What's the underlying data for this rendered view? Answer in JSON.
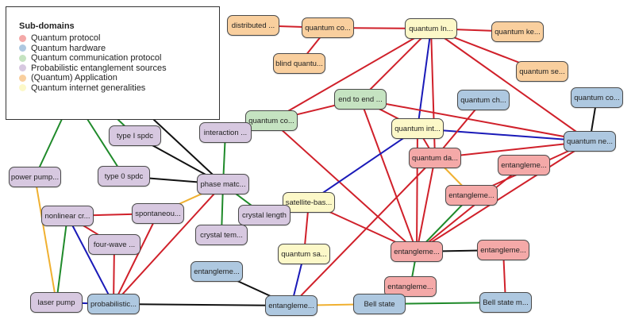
{
  "legend": {
    "title": "Sub-domains",
    "items": [
      {
        "key": "protocol",
        "label": "Quantum protocol",
        "color": "#f4a9a8"
      },
      {
        "key": "hardware",
        "label": "Quantum hardware",
        "color": "#aec8e0"
      },
      {
        "key": "comm",
        "label": "Quantum communication protocol",
        "color": "#c5e3c1"
      },
      {
        "key": "source",
        "label": "Probabilistic entanglement sources",
        "color": "#d7c8e0"
      },
      {
        "key": "app",
        "label": "(Quantum) Application",
        "color": "#f9cf9e"
      },
      {
        "key": "general",
        "label": "Quantum internet generalities",
        "color": "#fcf8c8"
      }
    ]
  },
  "edge_colors": {
    "red": "#d0202a",
    "blue": "#1a1ab8",
    "green": "#1f8a2a",
    "black": "#111111",
    "orange": "#f0b030"
  },
  "nodes": [
    {
      "id": "distributed",
      "label": "distributed ...",
      "cat": "app"
    },
    {
      "id": "qcomp",
      "label": "quantum co...",
      "cat": "app"
    },
    {
      "id": "blind",
      "label": "blind quantu...",
      "cat": "app"
    },
    {
      "id": "qin",
      "label": "quantum In...",
      "cat": "general"
    },
    {
      "id": "qkey",
      "label": "quantum ke...",
      "cat": "app"
    },
    {
      "id": "qsec",
      "label": "quantum se...",
      "cat": "app"
    },
    {
      "id": "qcomm",
      "label": "quantum co...",
      "cat": "comm"
    },
    {
      "id": "e2e",
      "label": "end to end ...",
      "cat": "comm"
    },
    {
      "id": "qint",
      "label": "quantum int...",
      "cat": "general"
    },
    {
      "id": "qch",
      "label": "quantum ch...",
      "cat": "hardware"
    },
    {
      "id": "qco2",
      "label": "quantum co...",
      "cat": "hardware"
    },
    {
      "id": "qnet",
      "label": "quantum ne...",
      "cat": "hardware"
    },
    {
      "id": "qda",
      "label": "quantum da...",
      "cat": "protocol"
    },
    {
      "id": "ent1",
      "label": "entangleme...",
      "cat": "protocol"
    },
    {
      "id": "ent2",
      "label": "entangleme...",
      "cat": "protocol"
    },
    {
      "id": "type1",
      "label": "type I spdc",
      "cat": "source"
    },
    {
      "id": "interaction",
      "label": "interaction ...",
      "cat": "source"
    },
    {
      "id": "powerpump",
      "label": "power pump...",
      "cat": "source"
    },
    {
      "id": "type0",
      "label": "type 0 spdc",
      "cat": "source"
    },
    {
      "id": "phase",
      "label": "phase matc...",
      "cat": "source"
    },
    {
      "id": "satellite",
      "label": "satellite-bas...",
      "cat": "general"
    },
    {
      "id": "nonlinear",
      "label": "nonlinear cr...",
      "cat": "source"
    },
    {
      "id": "spont",
      "label": "spontaneou...",
      "cat": "source"
    },
    {
      "id": "crylen",
      "label": "crystal length",
      "cat": "source"
    },
    {
      "id": "fourwave",
      "label": "four-wave ...",
      "cat": "source"
    },
    {
      "id": "crytem",
      "label": "crystal tem...",
      "cat": "source"
    },
    {
      "id": "qsa",
      "label": "quantum sa...",
      "cat": "general"
    },
    {
      "id": "entC",
      "label": "entangleme...",
      "cat": "protocol"
    },
    {
      "id": "ent3",
      "label": "entangleme...",
      "cat": "protocol"
    },
    {
      "id": "entHw1",
      "label": "entangleme...",
      "cat": "hardware"
    },
    {
      "id": "ent4",
      "label": "entangleme...",
      "cat": "protocol"
    },
    {
      "id": "laser",
      "label": "laser pump",
      "cat": "source"
    },
    {
      "id": "prob",
      "label": "probabilistic...",
      "cat": "hardware"
    },
    {
      "id": "entHw2",
      "label": "entangleme...",
      "cat": "hardware"
    },
    {
      "id": "bell",
      "label": "Bell state",
      "cat": "hardware"
    },
    {
      "id": "bellm",
      "label": "Bell state m...",
      "cat": "hardware"
    }
  ],
  "edges": [
    [
      "distributed",
      "qcomp",
      "red"
    ],
    [
      "qcomp",
      "blind",
      "red"
    ],
    [
      "qcomp",
      "qin",
      "red"
    ],
    [
      "qin",
      "qkey",
      "red"
    ],
    [
      "qin",
      "qsec",
      "red"
    ],
    [
      "qin",
      "qnet",
      "red"
    ],
    [
      "qin",
      "qcomm",
      "red"
    ],
    [
      "qin",
      "e2e",
      "red"
    ],
    [
      "qin",
      "qint",
      "blue"
    ],
    [
      "qin",
      "qda",
      "red"
    ],
    [
      "qcomm",
      "e2e",
      "red"
    ],
    [
      "qcomm",
      "entC",
      "red"
    ],
    [
      "e2e",
      "qnet",
      "red"
    ],
    [
      "e2e",
      "qint",
      "red"
    ],
    [
      "e2e",
      "entC",
      "red"
    ],
    [
      "qint",
      "qnet",
      "blue"
    ],
    [
      "qint",
      "qda",
      "red"
    ],
    [
      "qint",
      "satellite",
      "blue"
    ],
    [
      "qint",
      "entC",
      "red"
    ],
    [
      "qch",
      "qda",
      "red"
    ],
    [
      "qco2",
      "qnet",
      "black"
    ],
    [
      "qda",
      "qnet",
      "red"
    ],
    [
      "qda",
      "ent2",
      "orange"
    ],
    [
      "qda",
      "entC",
      "red"
    ],
    [
      "qnet",
      "ent2",
      "red"
    ],
    [
      "qnet",
      "entC",
      "red"
    ],
    [
      "ent1",
      "entC",
      "red"
    ],
    [
      "ent2",
      "entC",
      "green"
    ],
    [
      "satellite",
      "entC",
      "red"
    ],
    [
      "satellite",
      "qsa",
      "red"
    ],
    [
      "qsa",
      "entHw2",
      "blue"
    ],
    [
      "qda",
      "entHw2",
      "red"
    ],
    [
      "entC",
      "ent3",
      "black"
    ],
    [
      "entC",
      "ent4",
      "green"
    ],
    [
      "ent3",
      "bellm",
      "red"
    ],
    [
      "bell",
      "bellm",
      "green"
    ],
    [
      "entHw2",
      "bell",
      "orange"
    ],
    [
      "entHw1",
      "entHw2",
      "black"
    ],
    [
      "prob",
      "entHw2",
      "black"
    ],
    [
      "laser",
      "prob",
      "blue"
    ],
    [
      "powerpump",
      "laser",
      "orange"
    ],
    [
      "nonlinear",
      "laser",
      "green"
    ],
    [
      "nonlinear",
      "prob",
      "blue"
    ],
    [
      "nonlinear",
      "spont",
      "red"
    ],
    [
      "nonlinear",
      "fourwave",
      "red"
    ],
    [
      "fourwave",
      "prob",
      "red"
    ],
    [
      "spont",
      "prob",
      "red"
    ],
    [
      "phase",
      "prob",
      "red"
    ],
    [
      "spont",
      "phase",
      "orange"
    ],
    [
      "type1",
      "phase",
      "black"
    ],
    [
      "type0",
      "phase",
      "black"
    ],
    [
      "interaction",
      "phase",
      "green"
    ],
    [
      "phase",
      "crylen",
      "green"
    ],
    [
      "phase",
      "crytem",
      "green"
    ]
  ],
  "legend_edges": [
    [
      "legend-left",
      "powerpump",
      "green"
    ],
    [
      "legend-mid",
      "type0",
      "green"
    ],
    [
      "legend-mid2",
      "type1",
      "green"
    ],
    [
      "legend-right",
      "phase",
      "black"
    ]
  ]
}
